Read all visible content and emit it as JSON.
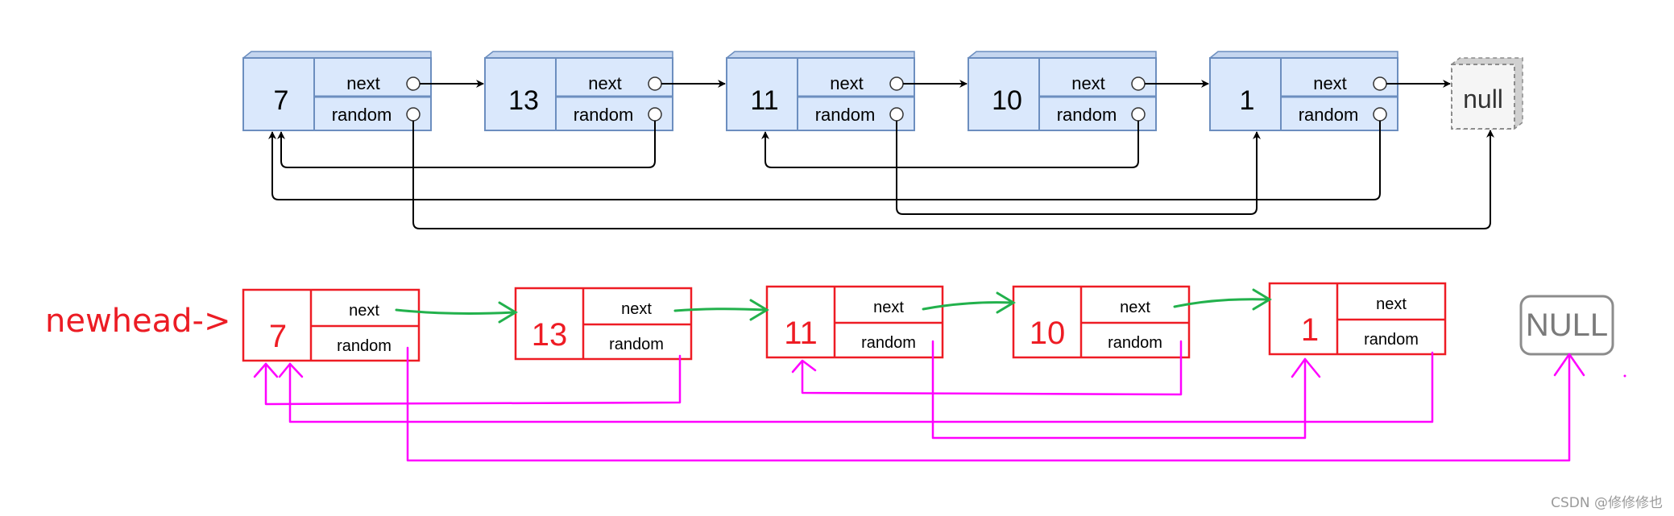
{
  "top_list": {
    "nodes": [
      {
        "val": "7",
        "next": "next",
        "random": "random"
      },
      {
        "val": "13",
        "next": "next",
        "random": "random"
      },
      {
        "val": "11",
        "next": "next",
        "random": "random"
      },
      {
        "val": "10",
        "next": "next",
        "random": "random"
      },
      {
        "val": "1",
        "next": "next",
        "random": "random"
      }
    ],
    "null_label": "null"
  },
  "bottom_list": {
    "head_label": "newhead->",
    "nodes": [
      {
        "val": "7",
        "next": "next",
        "random": "random"
      },
      {
        "val": "13",
        "next": "next",
        "random": "random"
      },
      {
        "val": "11",
        "next": "next",
        "random": "random"
      },
      {
        "val": "10",
        "next": "next",
        "random": "random"
      },
      {
        "val": "1",
        "next": "next",
        "random": "random"
      }
    ],
    "null_label": "NULL"
  },
  "watermark": "CSDN @修修修也",
  "colors": {
    "top_node_fill": "#dae8fc",
    "top_node_stroke": "#6c8ebf",
    "bottom_node_stroke": "#ee1c24",
    "next_arrow": "#22b14c",
    "random_arrow": "#ff00ff",
    "null_stroke": "#8c8c8c"
  }
}
